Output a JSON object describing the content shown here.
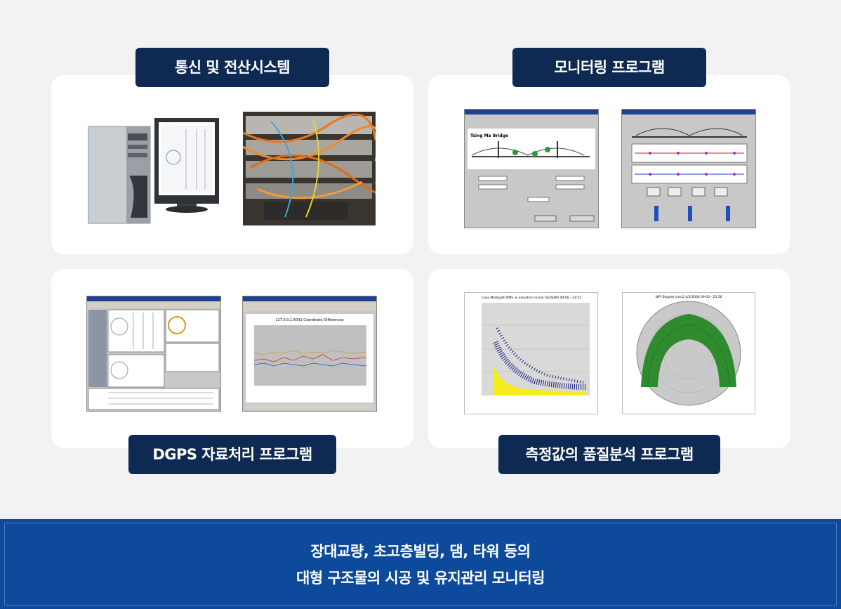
{
  "panels": {
    "top_left": {
      "label": "통신 및 전산시스템",
      "images": [
        "computer-workstation",
        "network-rack-cables"
      ]
    },
    "top_right": {
      "label": "모니터링 프로그램",
      "images": [
        "bridge-monitoring-console",
        "bridge-response-display"
      ]
    },
    "bottom_left": {
      "label": "DGPS 자료처리 프로그램",
      "images": [
        "dgps-processing-window",
        "coordinate-differences-chart"
      ]
    },
    "bottom_right": {
      "label": "측정값의 품질분석 프로그램",
      "images": [
        "multipath-scatter-plot",
        "skyplot-chart"
      ]
    }
  },
  "screens": {
    "bridge_title": "Tsing Ma Bridge",
    "coord_chart_title": "127.0.0.1:6001 Coordinate Differences",
    "multipath_title": "Coes Multipath RMS vs Elevation (ssiu2 GEOSW0 09:00 - 23:52",
    "skyplot_title": "WPI Skyplot (ssiu2 4/2/2008 09:00 - 23:56"
  },
  "footer": {
    "line1": "장대교량, 초고층빌딩, 댐, 타워 등의",
    "line2": "대형 구조물의 시공 및 유지관리 모니터링"
  },
  "colors": {
    "navy_tag": "#0f2a52",
    "footer_blue": "#0d4a9b",
    "card_bg": "#ffffff",
    "page_bg": "#f2f2f2"
  }
}
